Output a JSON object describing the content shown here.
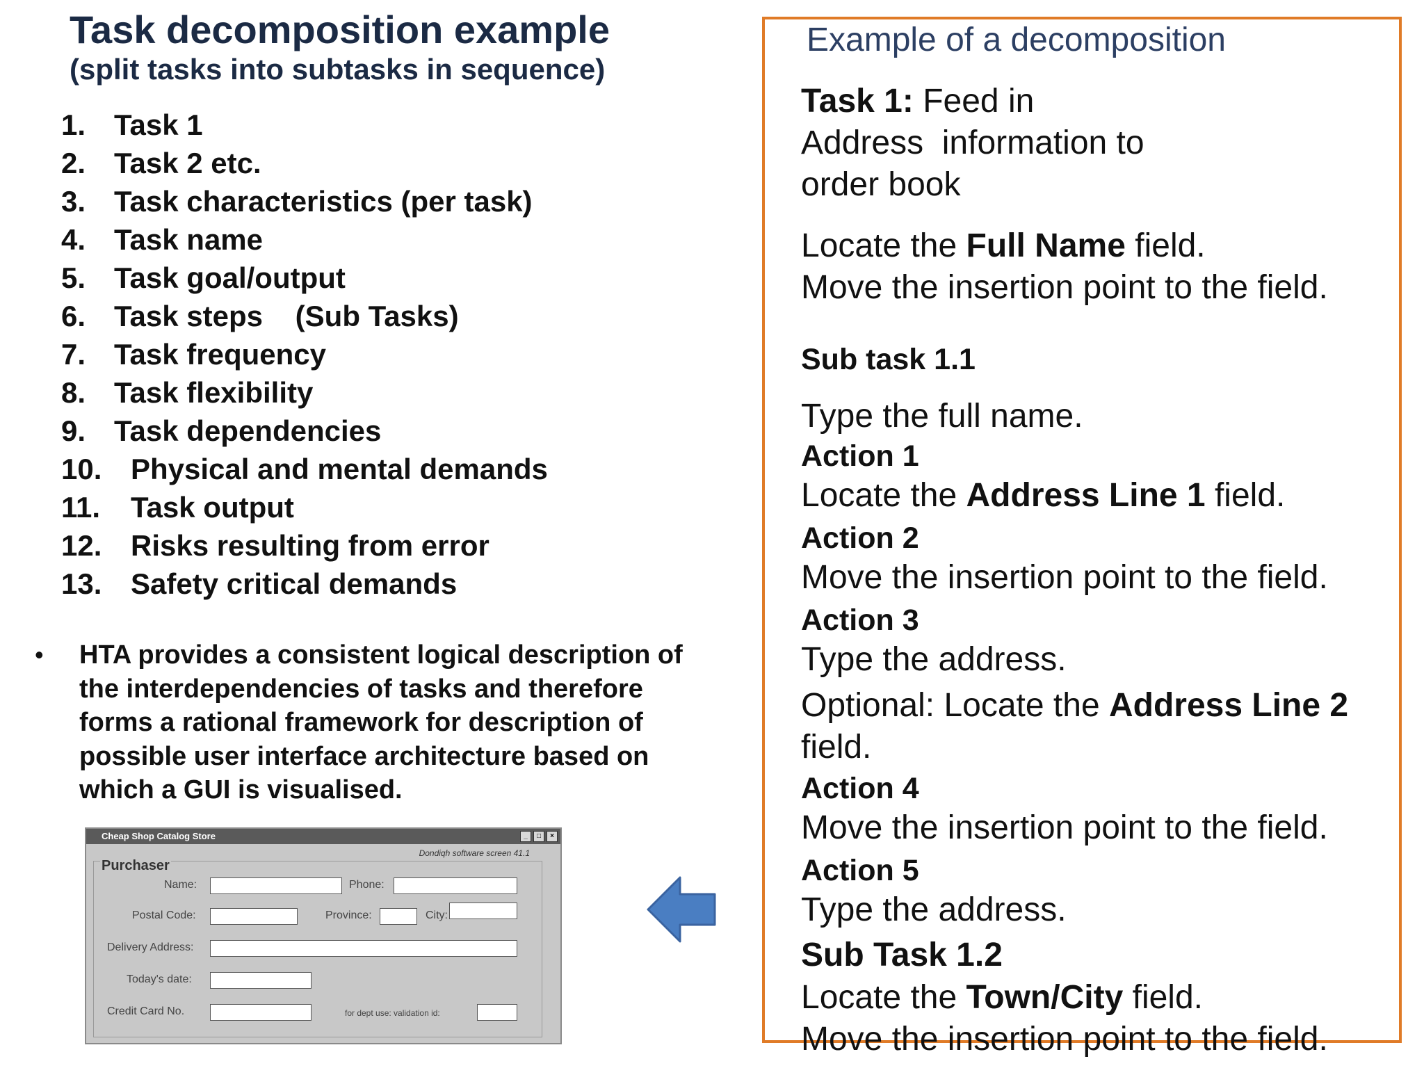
{
  "title": "Task decomposition example",
  "subtitle": "(split tasks into subtasks in sequence)",
  "list": [
    {
      "num": "1.",
      "text": "Task 1"
    },
    {
      "num": "2.",
      "text": "Task 2 etc."
    },
    {
      "num": "3.",
      "text": "Task characteristics (per task)"
    },
    {
      "num": "4.",
      "text": "Task name"
    },
    {
      "num": "5.",
      "text": "Task goal/output"
    },
    {
      "num": "6.",
      "text": "Task steps    (Sub Tasks)"
    },
    {
      "num": "7.",
      "text": "Task frequency"
    },
    {
      "num": "8.",
      "text": "Task flexibility"
    },
    {
      "num": "9.",
      "text": "Task dependencies"
    },
    {
      "num": "10.",
      "text": "Physical and mental demands"
    },
    {
      "num": "11.",
      "text": "Task output"
    },
    {
      "num": "12.",
      "text": "Risks resulting from error"
    },
    {
      "num": "13.",
      "text": "Safety critical demands"
    }
  ],
  "bullet": {
    "symbol": "•",
    "text": "HTA provides a consistent logical description of the interdependencies of tasks and therefore forms a rational framework for description of possible user interface architecture based on which a GUI is visualised."
  },
  "form": {
    "window_title": "Cheap Shop Catalog Store",
    "note": "Dondiqh software screen 41.1",
    "group_label": "Purchaser",
    "labels": {
      "name": "Name:",
      "phone": "Phone:",
      "postal_code": "Postal Code:",
      "province": "Province:",
      "city": "City:",
      "delivery_address": "Delivery Address:",
      "todays_date": "Today's date:",
      "credit_card": "Credit Card No.",
      "validation": "for dept use: validation id:"
    }
  },
  "arrow": {
    "direction": "left",
    "color": "#4a7ec2"
  },
  "panel": {
    "border_color": "#e07b27",
    "title": "Example of a decomposition",
    "task1_label": "Task 1:",
    "task1_text": " Feed in",
    "task1_line2": "Address  information to",
    "task1_line3": "order book",
    "locate_fullname_pre": "Locate the ",
    "locate_fullname_bold": "Full Name",
    "locate_fullname_post": " field.",
    "move_point_1": "Move the insertion point to the field.",
    "subtask_1_1": "Sub task 1.1",
    "type_full_name": "Type the full name.",
    "action1": "Action 1",
    "locate_addr1_pre": "Locate the ",
    "locate_addr1_bold": "Address Line 1",
    "locate_addr1_post": " field.",
    "action2": "Action 2",
    "move_point_2": "Move the insertion point to the field.",
    "action3": "Action 3",
    "type_address_1": "Type the address.",
    "optional_pre": "Optional: Locate the ",
    "optional_bold": "Address Line 2",
    "optional_line2": "field.",
    "action4": "Action 4",
    "move_point_3": "Move the insertion point to the field.",
    "action5": "Action 5",
    "type_address_2": "Type the address.",
    "subtask_1_2": "Sub Task 1.2",
    "locate_city_pre": "Locate the ",
    "locate_city_bold": "Town/City",
    "locate_city_post": " field.",
    "move_point_4": "Move the insertion point to the field."
  }
}
